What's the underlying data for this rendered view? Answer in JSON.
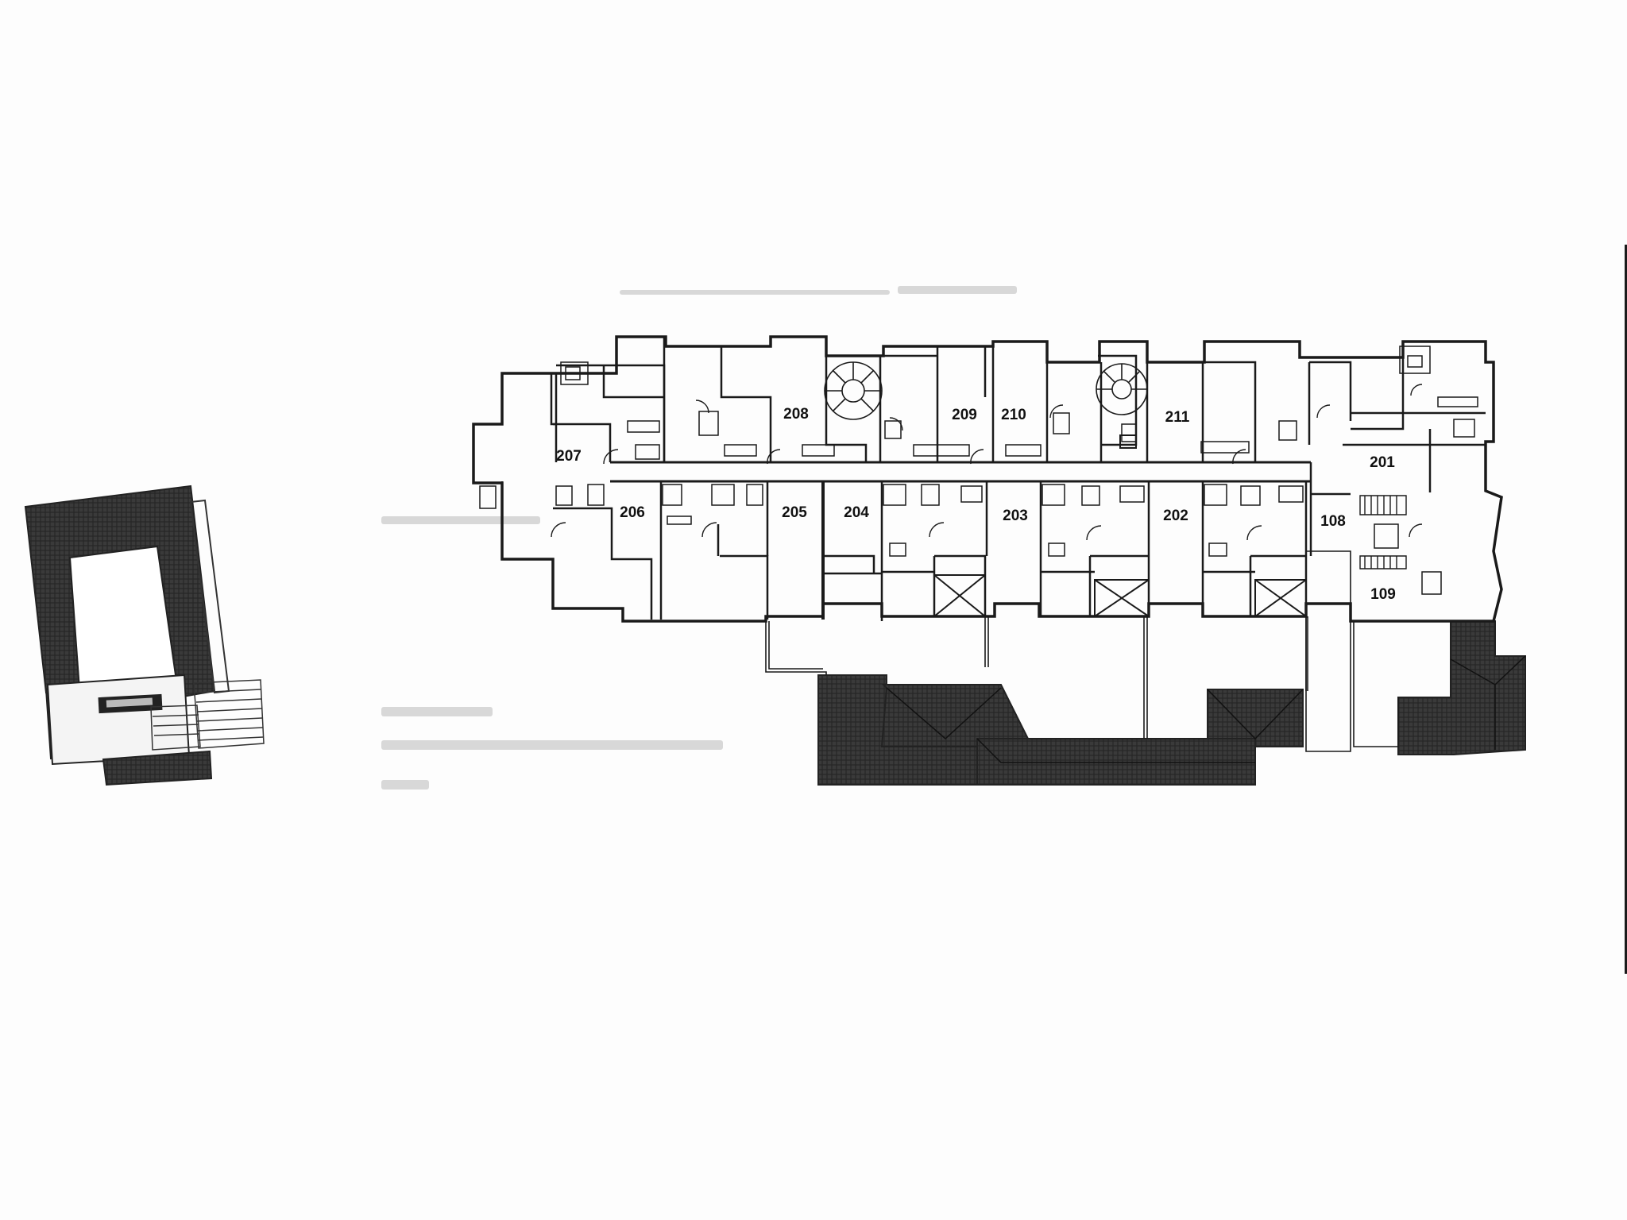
{
  "colors": {
    "paper": "#fdfdfd",
    "line": "#1a1a1a",
    "roof": "#333333",
    "faint_text": "#cfcfcf"
  },
  "rooms": {
    "r201": "201",
    "r202": "202",
    "r203": "203",
    "r204": "204",
    "r205": "205",
    "r206": "206",
    "r207": "207",
    "r208": "208",
    "r209": "209",
    "r210": "210",
    "r211": "211",
    "r108": "108",
    "r109": "109"
  }
}
